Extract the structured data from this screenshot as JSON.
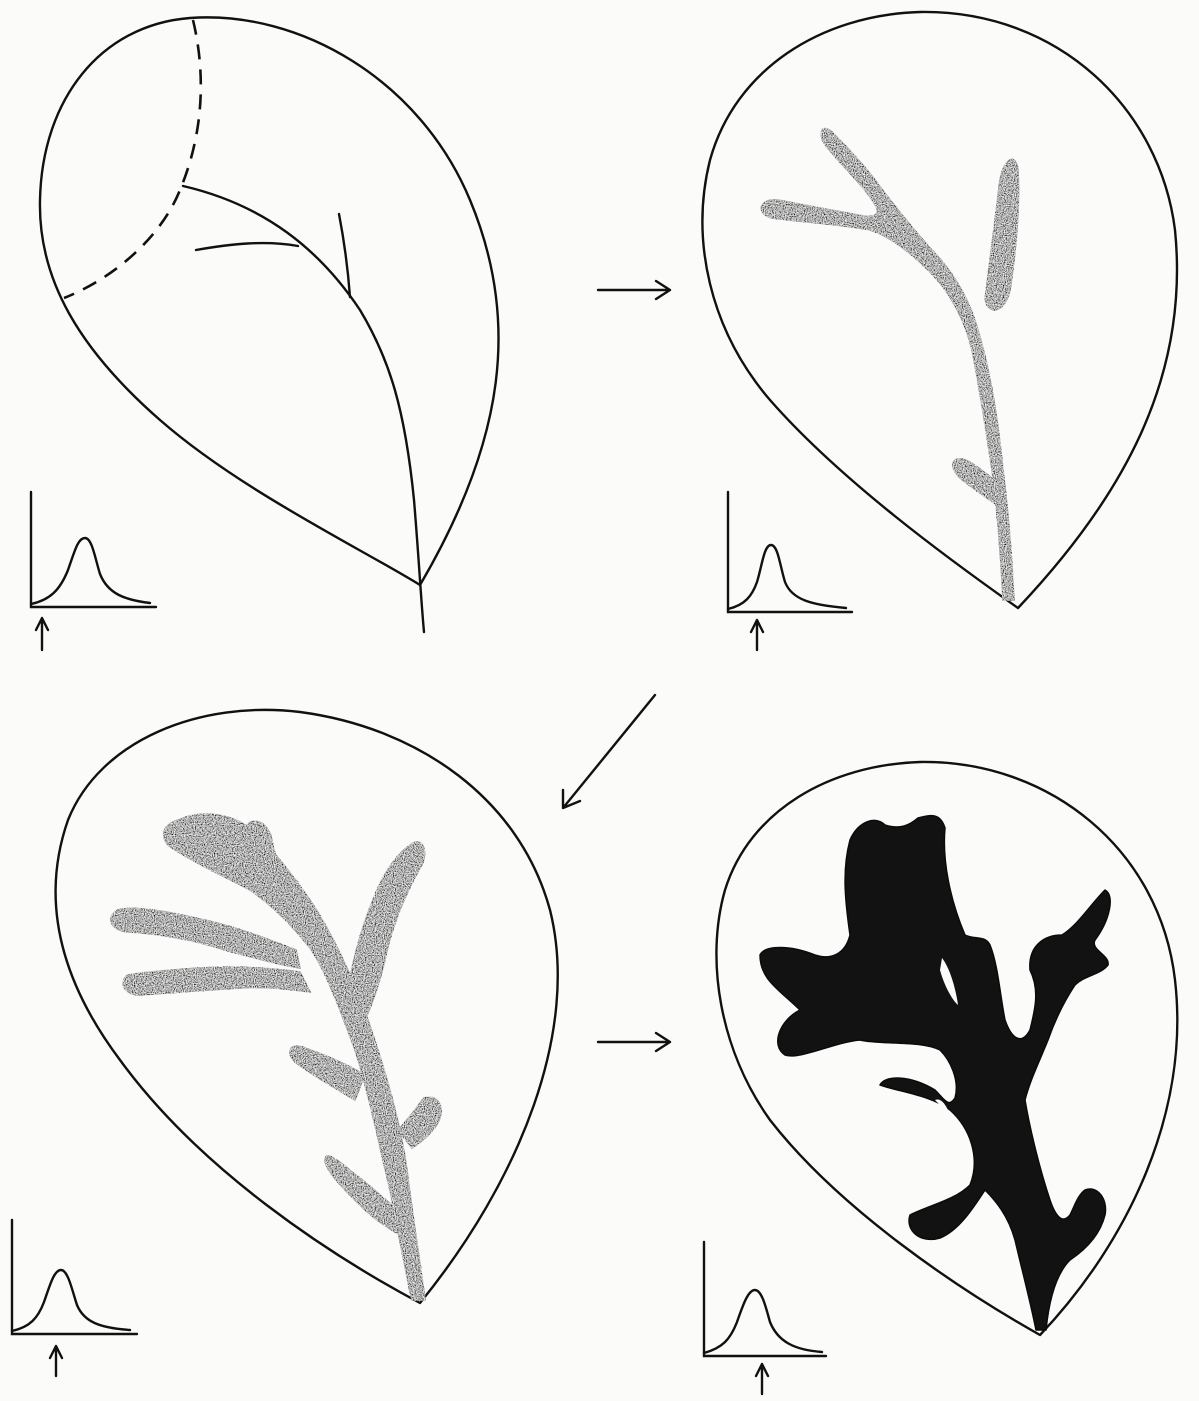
{
  "figure": {
    "panels": [
      {
        "id": "stage-1",
        "fill": "outline"
      },
      {
        "id": "stage-2",
        "fill": "partial"
      },
      {
        "id": "stage-3",
        "fill": "speckled"
      },
      {
        "id": "stage-4",
        "fill": "solid"
      }
    ],
    "transitions": [
      {
        "from": "stage-1",
        "to": "stage-2",
        "direction": "right"
      },
      {
        "from": "stage-2",
        "to": "stage-3",
        "direction": "down-left"
      },
      {
        "from": "stage-3",
        "to": "stage-4",
        "direction": "right"
      }
    ],
    "colors": {
      "ink": "#111111",
      "paper": "#fbfbf9"
    },
    "icons": [
      "peak-curve-icon",
      "up-arrow-icon",
      "right-arrow-icon",
      "diagonal-arrow-icon"
    ]
  }
}
